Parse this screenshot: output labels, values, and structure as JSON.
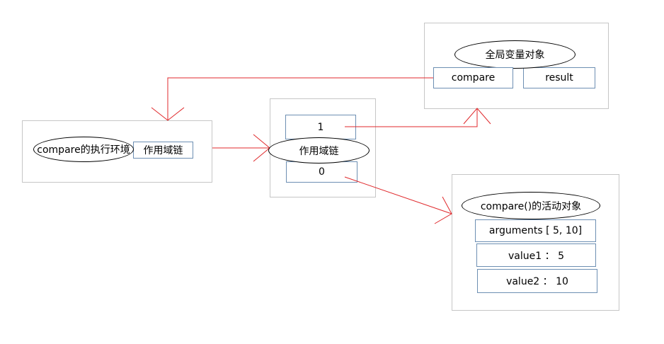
{
  "colors": {
    "arrow": "#e0292c",
    "cell_border": "#6d8fb3",
    "panel_border": "#c6c6c6"
  },
  "global_object": {
    "title": "全局变量对象",
    "cells": [
      "compare",
      "result"
    ]
  },
  "exec_context": {
    "title": "compare的执行环境",
    "scope_cell": "作用域链"
  },
  "scope_chain": {
    "title": "作用域链",
    "index_1": "1",
    "index_0": "0"
  },
  "activation_object": {
    "title": "compare()的活动对象",
    "rows": [
      "arguments [ 5, 10]",
      "value1 ：  5",
      "value2 ：  10"
    ]
  }
}
